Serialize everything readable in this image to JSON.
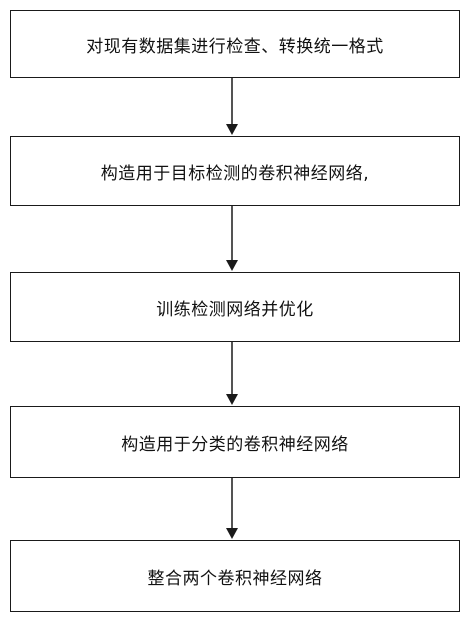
{
  "flowchart": {
    "steps": [
      {
        "label": "对现有数据集进行检查、转换统一格式"
      },
      {
        "label": "构造用于目标检测的卷积神经网络,"
      },
      {
        "label": "训练检测网络并优化"
      },
      {
        "label": "构造用于分类的卷积神经网络"
      },
      {
        "label": "整合两个卷积神经网络"
      }
    ],
    "colors": {
      "border": "#1a1a1a",
      "arrow": "#1a1a1a",
      "text": "#111111"
    }
  }
}
